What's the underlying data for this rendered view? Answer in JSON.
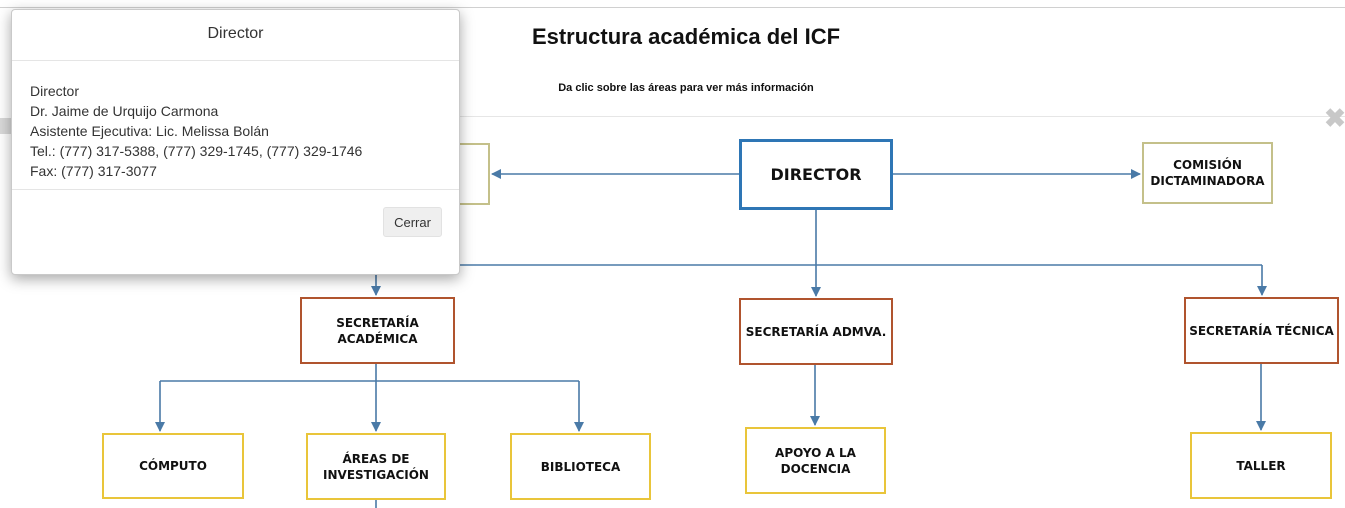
{
  "page": {
    "title": "Estructura académica del ICF",
    "subtitle": "Da clic sobre las áreas para ver más información",
    "close_glyph": "✖"
  },
  "modal": {
    "title": "Director",
    "lines": [
      "Director",
      "Dr. Jaime de Urquijo Carmona",
      "Asistente Ejecutiva: Lic. Melissa Bolán",
      "Tel.: (777) 317-5388, (777) 329-1745, (777) 329-1746",
      "Fax: (777) 317-3077"
    ],
    "close_label": "Cerrar"
  },
  "org_chart": {
    "colors": {
      "connector": "#4a7aa7",
      "director_border": "#2e76b5",
      "level1_border": "#c4c08a",
      "level2_border": "#b0542e",
      "level3_border": "#e9c53a"
    },
    "nodes": [
      {
        "id": "director",
        "label": "DIRECTOR"
      },
      {
        "id": "comision",
        "label": "COMISIÓN\nDICTAMINADORA"
      },
      {
        "id": "consejo",
        "label": ""
      },
      {
        "id": "sec_academica",
        "label": "SECRETARÍA\nACADÉMICA"
      },
      {
        "id": "sec_admva",
        "label": "SECRETARÍA ADMVA."
      },
      {
        "id": "sec_tecnica",
        "label": "SECRETARÍA TÉCNICA"
      },
      {
        "id": "computo",
        "label": "CÓMPUTO"
      },
      {
        "id": "areas_inv",
        "label": "ÁREAS DE\nINVESTIGACIÓN"
      },
      {
        "id": "biblioteca",
        "label": "BIBLIOTECA"
      },
      {
        "id": "apoyo_docencia",
        "label": "APOYO A LA\nDOCENCIA"
      },
      {
        "id": "taller",
        "label": "TALLER"
      }
    ]
  }
}
